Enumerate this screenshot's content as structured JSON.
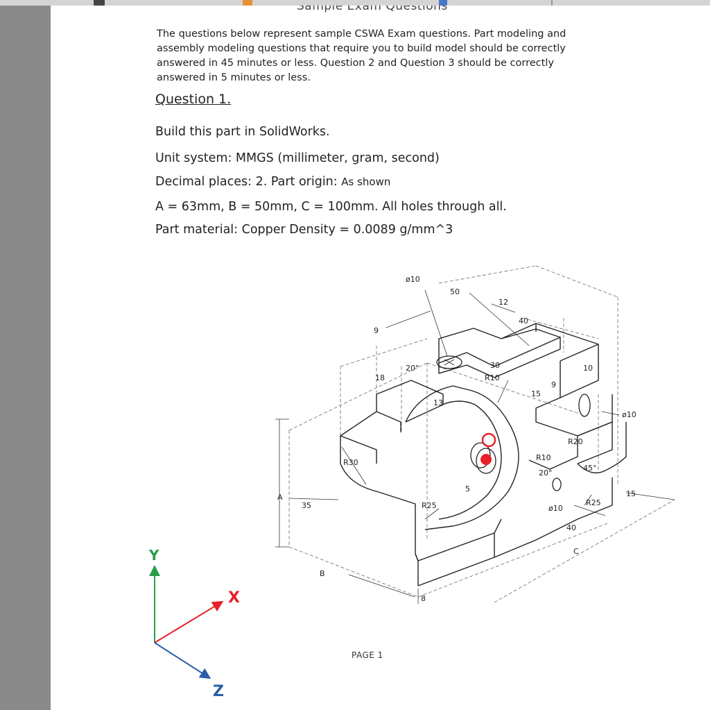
{
  "document": {
    "cut_heading": "Sample Exam Questions",
    "intro_lines": [
      "The questions below represent sample CSWA Exam questions. Part modeling and",
      "assembly modeling questions that require you to build model should be correctly",
      "answered in 45 minutes or less.  Question 2 and Question 3 should be correctly",
      "answered in 5 minutes or less."
    ],
    "question_title": "Question 1.",
    "specs": {
      "build": "Build this part in SolidWorks.",
      "unit_system": "Unit system: MMGS (millimeter, gram, second)",
      "decimal_label": "Decimal places: 2.   Part origin:",
      "origin_value": "As shown",
      "dimensions": "A = 63mm,  B = 50mm,  C = 100mm.   All holes through all.",
      "material": "Part material: Copper Density = 0.0089 g/mm^3"
    },
    "page_label": "PAGE 1"
  },
  "drawing": {
    "dims": {
      "d10_top": "ø10",
      "d50": "50",
      "d12": "12",
      "d40_top": "40",
      "d9_left": "9",
      "d20_angle": "20°",
      "d18": "18",
      "d30": "30",
      "r10_top": "R10",
      "d10_right": "10",
      "d9_right": "9",
      "d15_mid": "15",
      "d13": "13",
      "d10_dia_right": "ø10",
      "r20": "R20",
      "r30": "R30",
      "r10_mid": "R10",
      "d20_deg": "20°",
      "d45": "45°",
      "d15_right": "15",
      "d_a": "A",
      "d35": "35",
      "r25_left": "R25",
      "d5": "5",
      "d10_bottom": "ø10",
      "r25_right": "R25",
      "d40_bottom": "40",
      "d_c": "C",
      "d_b": "B",
      "d8": "8"
    },
    "axes": {
      "x": "X",
      "y": "Y",
      "z": "Z"
    },
    "colors": {
      "x_axis": "#e8202a",
      "y_axis": "#2a9d4a",
      "z_axis": "#2b5ea8",
      "origin_marker": "#e8202a",
      "line": "#222222"
    }
  }
}
